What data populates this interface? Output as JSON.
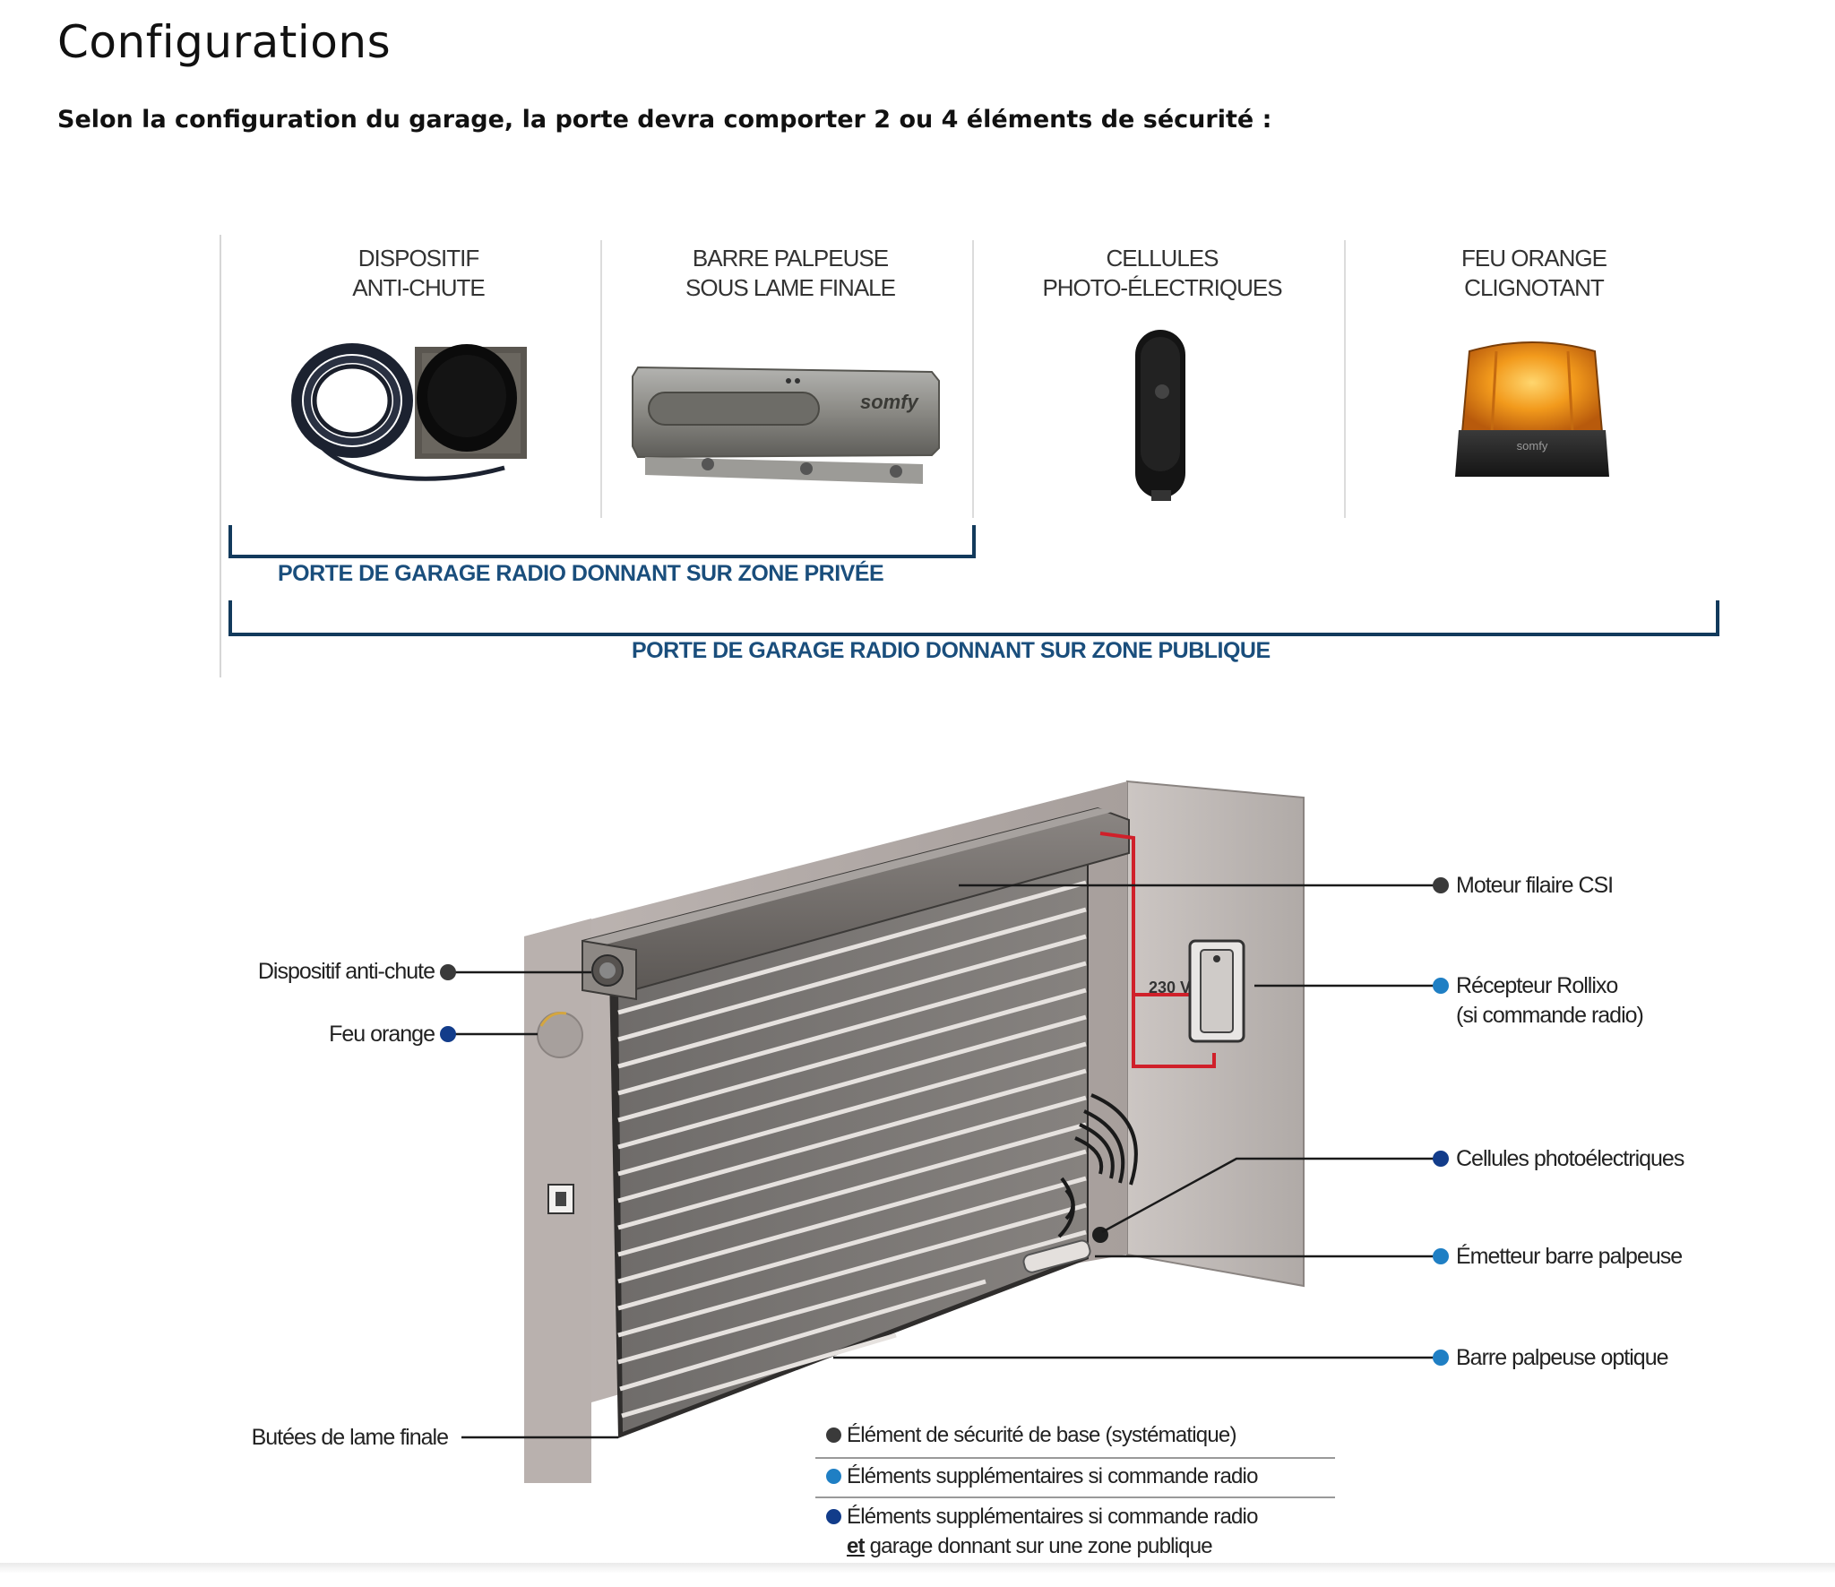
{
  "header": {
    "title": "Configurations",
    "intro": "Selon la configuration du garage, la porte devra comporter 2 ou 4 éléments de sécurité :"
  },
  "products": [
    {
      "line1": "DISPOSITIF",
      "line2": "ANTI-CHUTE",
      "icon": "anti-fall-device"
    },
    {
      "line1": "BARRE PALPEUSE",
      "line2": "SOUS LAME FINALE",
      "icon": "safety-edge-bar",
      "brand": "somfy"
    },
    {
      "line1": "CELLULES",
      "line2": "PHOTO-ÉLECTRIQUES",
      "icon": "photoelectric-cell"
    },
    {
      "line1": "FEU ORANGE",
      "line2": "CLIGNOTANT",
      "icon": "orange-warning-light",
      "brand": "somfy"
    }
  ],
  "zones": {
    "private": "PORTE DE GARAGE RADIO DONNANT SUR ZONE PRIVÉE",
    "public": "PORTE DE GARAGE RADIO DONNANT SUR ZONE PUBLIQUE"
  },
  "diagram": {
    "voltage": "230 V",
    "callouts_left": {
      "anti_chute": "Dispositif anti-chute",
      "feu_orange": "Feu orange",
      "butees": "Butées de lame finale"
    },
    "callouts_right": {
      "moteur": "Moteur filaire CSI",
      "recepteur_line1": "Récepteur Rollixo",
      "recepteur_line2": "(si commande radio)",
      "cellules": "Cellules photoélectriques",
      "emetteur": "Émetteur barre palpeuse",
      "barre": "Barre palpeuse optique"
    }
  },
  "legend": {
    "item1": "Élément de sécurité de base (systématique)",
    "item2": "Éléments supplémentaires si commande radio",
    "item3_line1": "Éléments supplémentaires si commande radio",
    "item3_et": "et",
    "item3_line2": " garage donnant sur une zone publique"
  },
  "colors": {
    "base": "#3a3a3a",
    "radio": "#1f7fc4",
    "public": "#123c8a",
    "bracket": "#123a5c",
    "zone_text": "#1a4e7c",
    "wire": "#d0202a"
  }
}
